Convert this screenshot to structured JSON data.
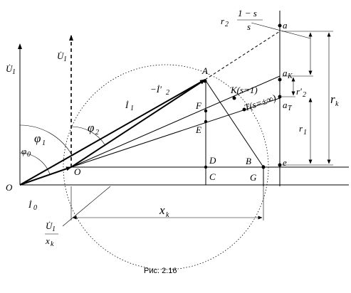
{
  "figure": {
    "caption": "Рис. 2.16",
    "points": {
      "O_left": "O",
      "O_right": "O",
      "A": "A",
      "F": "F",
      "E": "E",
      "D": "D",
      "C": "C",
      "B": "B",
      "G": "G",
      "a": "a",
      "a_K": "a",
      "a_T": "a",
      "e": "e"
    },
    "subscripts": {
      "K": "K",
      "T": "T",
      "k": "k",
      "one": "1",
      "two": "2",
      "zero": "0"
    },
    "vectors": {
      "U1_dot": "U̇",
      "I1_dot": "İ",
      "I0_dot": "İ",
      "minus_I2": "−İ′",
      "U1_over_xk_num": "U̇",
      "U1_over_xk_den": "x"
    },
    "angles": {
      "phi": "φ",
      "phi_small": "φ"
    },
    "segments": {
      "r": "r",
      "r2_prime": "r′",
      "x": "x",
      "frac_num": "1 − s",
      "frac_den": "s",
      "K_label": "K(s=1)",
      "T_label": "T(s=±∞)"
    }
  }
}
